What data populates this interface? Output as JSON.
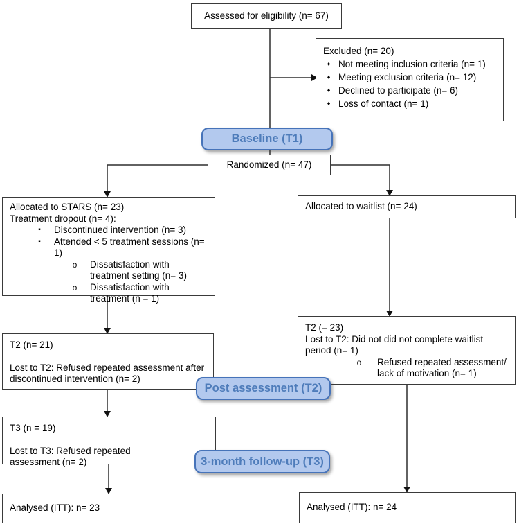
{
  "diagram": {
    "assessed": "Assessed for eligibility (n= 67)",
    "excluded": {
      "title": "Excluded (n= 20)",
      "bullet": "♦",
      "items": [
        "Not meeting inclusion criteria (n= 1)",
        "Meeting exclusion criteria (n= 12)",
        "Declined to participate (n= 6)",
        "Loss of contact (n= 1)"
      ]
    },
    "baseline_label": "Baseline (T1)",
    "randomized": "Randomized (n= 47)",
    "allocated_stars": {
      "line1": "Allocated to STARS (n= 23)",
      "line2": "Treatment dropout (n= 4):",
      "square_bullet": "▪",
      "circle_bullet": "o",
      "level1_items": [
        "Discontinued intervention (n= 3)",
        "Attended < 5 treatment sessions (n= 1)"
      ],
      "level2_items": [
        "Dissatisfaction with treatment setting (n= 3)",
        "Dissatisfaction with treatment (n = 1)"
      ]
    },
    "allocated_waitlist": "Allocated to waitlist (n= 24)",
    "t2_stars": {
      "line1": "T2 (n= 21)",
      "line2": "Lost to T2: Refused repeated assessment after discontinued intervention (n= 2)"
    },
    "t2_waitlist": {
      "line1": "T2 (= 23)",
      "line2": "Lost to T2: Did not did not complete waitlist period (n= 1)",
      "circle_bullet": "o",
      "bullet_item": "Refused repeated assessment/ lack of motivation (n= 1)"
    },
    "post_label": "Post assessment (T2)",
    "t3_stars": {
      "line1": "T3 (n = 19)",
      "line2": "Lost to T3: Refused repeated assessment (n= 2)"
    },
    "followup_label": "3-month follow-up (T3)",
    "analysed_stars": "Analysed (ITT): n= 23",
    "analysed_waitlist": "Analysed (ITT): n= 24",
    "colors": {
      "blue_fill": "#b3c9ee",
      "blue_border": "#4673b9",
      "blue_text": "#4e7cba",
      "line": "#2f2f2f"
    }
  }
}
